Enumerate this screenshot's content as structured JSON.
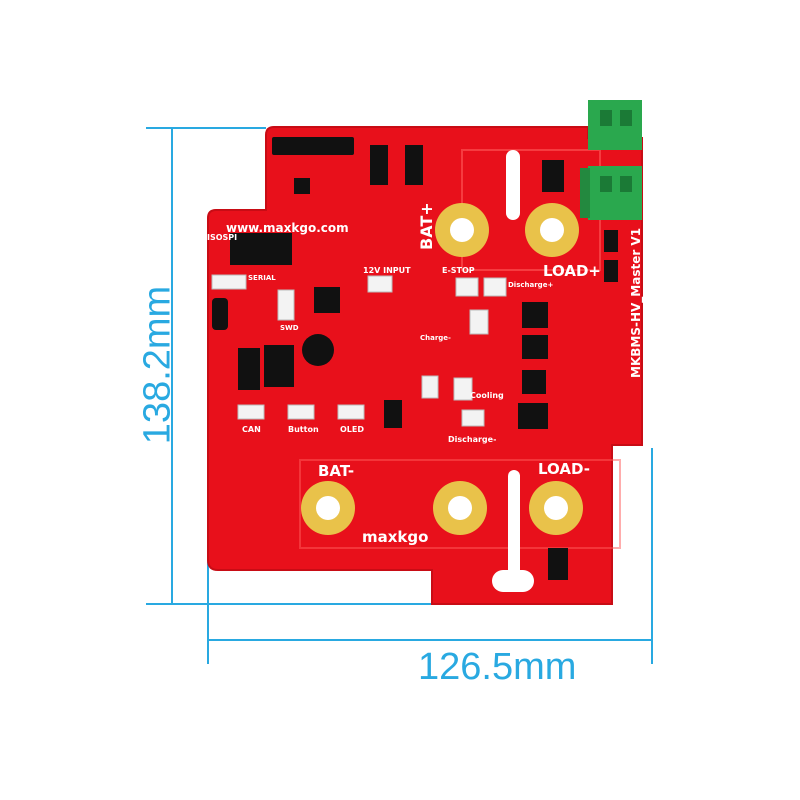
{
  "colors": {
    "board": "#e8101b",
    "board_edge": "#c80c15",
    "silkscreen": "#ffffff",
    "pad_gold": "#e9c24a",
    "dimension": "#29a9e1",
    "terminal": "#2aa84e"
  },
  "dimensions": {
    "height_label": "138.2mm",
    "width_label": "126.5mm"
  },
  "board": {
    "website": "www.maxkgo.com",
    "logo": "maxkgo",
    "model": "MKBMS-HV_Master V1",
    "power_labels": {
      "bat_pos": "BAT+",
      "load_pos": "LOAD+",
      "bat_neg": "BAT-",
      "load_neg": "LOAD-"
    },
    "connector_labels": {
      "isospi": "ISOSPI",
      "serial": "SERIAL",
      "swd": "SWD",
      "can": "CAN",
      "button": "Button",
      "oled": "OLED",
      "input_12v": "12V INPUT",
      "estop": "E-STOP",
      "discharge_pos": "Discharge+",
      "charge_neg": "Charge-",
      "cooling": "Cooling",
      "discharge_neg": "Discharge-"
    }
  }
}
